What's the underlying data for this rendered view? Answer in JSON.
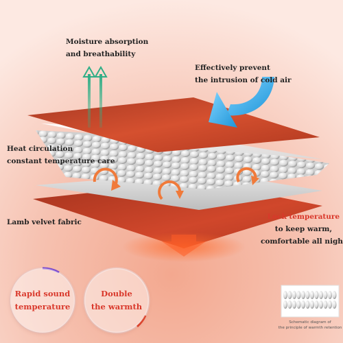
{
  "labels": {
    "moisture": [
      "Moisture absorption",
      "and breathability"
    ],
    "cold_air": [
      "Effectively prevent",
      "the intrusion of cold air"
    ],
    "heat": [
      "Heat circulation",
      "constant temperature care"
    ],
    "lamb": "Lamb velvet fabric",
    "lock": [
      "Lock temperature",
      "to keep warm,",
      "comfortable all night"
    ]
  },
  "badges": {
    "rapid": [
      "Rapid sound",
      "temperature"
    ],
    "double": [
      "Double",
      "the warmth"
    ]
  },
  "schematic": {
    "caption": [
      "Schematic diagram of",
      "the principle of warmth retention"
    ]
  },
  "colors": {
    "top_layer": "#c8452c",
    "bottom_layer": "#c8412a",
    "cold_arrow": "#33a9e6",
    "moisture_arrow": "#2fae86",
    "orange_circulation": "#f07a3a",
    "accent_text": "#d9382b",
    "background": "#f4b7a3"
  },
  "icons": {
    "moisture": "up-arrow-icon",
    "cold_air": "curved-arrow-icon",
    "circulation": "circulation-arrow-icon",
    "warmth": "down-glow-arrow-icon"
  }
}
